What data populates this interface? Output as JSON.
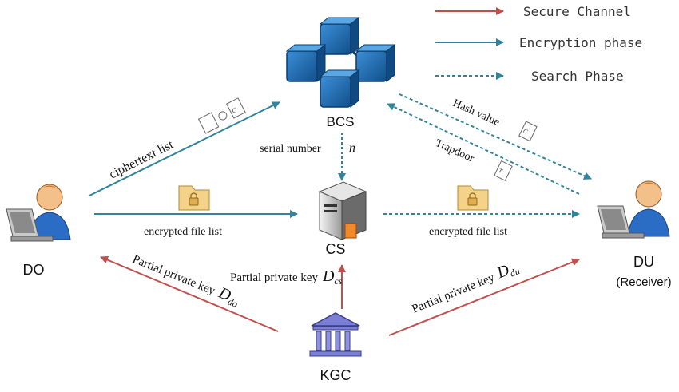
{
  "legend": {
    "secure_channel": "Secure Channel",
    "encryption_phase": "Encryption phase",
    "search_phase": "Search Phase"
  },
  "nodes": {
    "bcs": "BCS",
    "cs": "CS",
    "do": "DO",
    "du": "DU",
    "du_sub": "(Receiver)",
    "kgc": "KGC"
  },
  "edges": {
    "ciphertext_list": "ciphertext list",
    "serial_number": "serial number",
    "serial_symbol": "n",
    "encrypted_file_list_left": "encrypted file list",
    "encrypted_file_list_right": "encrypted file list",
    "hash_value": "Hash value",
    "trapdoor": "Trapdoor",
    "ppk_do": "Partial private key",
    "ppk_do_symbol": "D",
    "ppk_do_sub": "do",
    "ppk_cs": "Partial private key",
    "ppk_cs_symbol": "D",
    "ppk_cs_sub": "cs",
    "ppk_du": "Partial private key",
    "ppk_du_symbol": "D",
    "ppk_du_sub": "du"
  },
  "colors": {
    "secure_channel": "#c0504d",
    "encryption_phase": "#31849b",
    "search_phase": "#31849b",
    "block": "#1f6fb2",
    "folder": "#f5d28a"
  },
  "icons": {
    "blockchain": "blockchain-icon",
    "server": "server-icon",
    "user": "user-laptop-icon",
    "bank": "bank-icon",
    "folder": "lock-folder-icon",
    "document": "document-icon"
  }
}
